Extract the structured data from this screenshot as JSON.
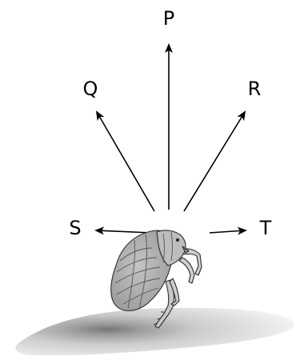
{
  "labels": {
    "p": "P",
    "q": "Q",
    "r": "R",
    "s": "S",
    "t": "T"
  },
  "colors": {
    "arrow": "#000000",
    "flea_body": "#b3b3b3",
    "flea_outline": "#2b2b2b",
    "shadow_dark": "#7a7a7a",
    "shadow_light": "#e6e6e6"
  },
  "icons": [
    "flea-illustration",
    "ground-shadow"
  ]
}
